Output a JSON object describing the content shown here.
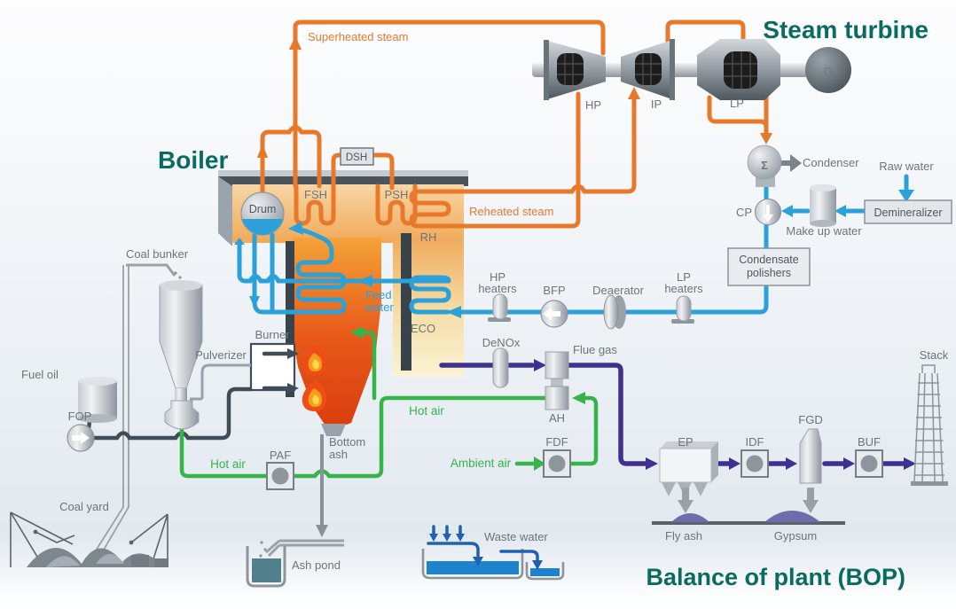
{
  "headings": {
    "boiler": "Boiler",
    "steam_turbine": "Steam turbine",
    "bop": "Balance of plant (BOP)"
  },
  "steam": {
    "superheated": "Superheated steam",
    "reheated": "Reheated steam"
  },
  "turbine": {
    "hp": "HP",
    "ip": "IP",
    "lp": "LP",
    "generator": "G",
    "condenser": "Condenser",
    "condenser_sigma": "Σ"
  },
  "water": {
    "raw_water": "Raw water",
    "demineralizer": "Demineralizer",
    "cp": "CP",
    "make_up_water": "Make up water",
    "condensate_l1": "Condensate",
    "condensate_l2": "polishers",
    "hp_heaters_l1": "HP",
    "hp_heaters_l2": "heaters",
    "bfp": "BFP",
    "deaerator": "Deaerator",
    "lp_heaters_l1": "LP",
    "lp_heaters_l2": "heaters",
    "waste_water": "Waste water"
  },
  "boiler": {
    "drum": "Drum",
    "fsh": "FSH",
    "dsh": "DSH",
    "psh": "PSH",
    "rh": "RH",
    "eco": "ECO",
    "burner": "Burner",
    "feed_l1": "Feed",
    "feed_l2": "water",
    "bottom_ash_l1": "Bottom",
    "bottom_ash_l2": "ash"
  },
  "fuel": {
    "coal_bunker": "Coal bunker",
    "pulverizer": "Pulverizer",
    "fuel_oil": "Fuel oil",
    "fop": "FOP",
    "coal_yard": "Coal yard",
    "ash_pond": "Ash pond"
  },
  "air_flue": {
    "denox": "DeNOx",
    "flue_gas": "Flue gas",
    "ah": "AH",
    "fdf": "FDF",
    "ambient_air": "Ambient air",
    "hot_air": "Hot air",
    "paf": "PAF",
    "ep": "EP",
    "idf": "IDF",
    "fgd": "FGD",
    "buf": "BUF",
    "stack": "Stack",
    "fly_ash": "Fly ash",
    "gypsum": "Gypsum"
  },
  "colors": {
    "steam_orange": "#e8792b",
    "water_blue": "#2ba0d9",
    "waste_blue": "#1f63b0",
    "air_green": "#35b44a",
    "flue_purple": "#3e3191",
    "fuel_dark": "#414d56",
    "heading_teal": "#0a6c60"
  }
}
